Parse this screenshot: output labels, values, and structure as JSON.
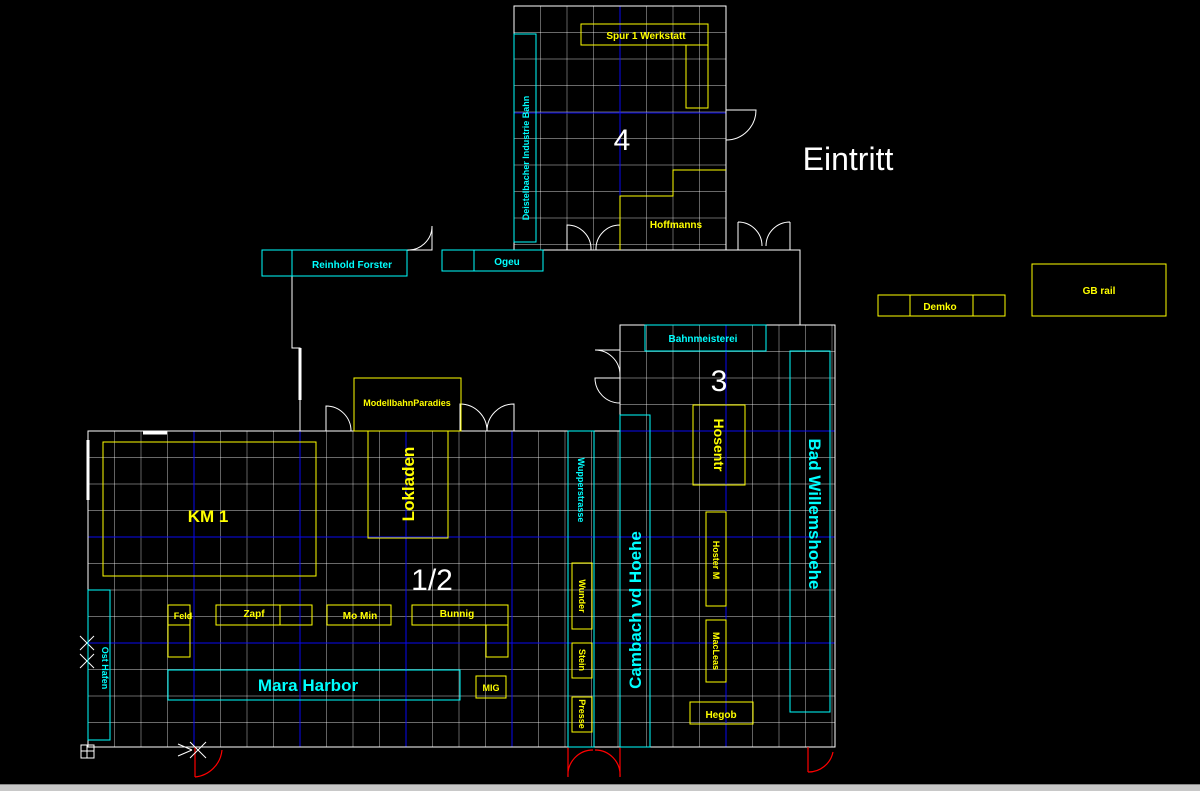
{
  "colors": {
    "background": "#000000",
    "grid": "#ffffff",
    "major_grid": "#0000ff",
    "yellow_booth": "#ffff00",
    "cyan_booth": "#00ffff",
    "door_red": "#ff0000"
  },
  "hall_labels": {
    "hall_4": "4",
    "hall_3": "3",
    "hall_12": "1/2",
    "entrance": "Eintritt"
  },
  "booths": {
    "spur1": "Spur 1 Werkstatt",
    "deistelbacher": "Deistelbacher Industrie Bahn",
    "hoffmanns": "Hoffmanns",
    "reinhold": "Reinhold Forster",
    "ogeu": "Ogeu",
    "demko": "Demko",
    "gbrail": "GB rail",
    "bahnmeisterei": "Bahnmeisterei",
    "hosentr": "Hosentr",
    "bad_willemshoehe": "Bad Willemshoehe",
    "modellbahn": "ModellbahnParadies",
    "lokladen": "Lokladen",
    "km1": "KM 1",
    "wupperstrasse": "Wupperstrasse",
    "cambach": "Cambach vd Hoehe",
    "hoster_m": "Hoster M",
    "macleas": "MacLeas",
    "hegob": "Hegob",
    "wunder": "Wunder",
    "stein": "Stein",
    "presse": "Presse",
    "feld": "Feld",
    "zapf": "Zapf",
    "mo_min": "Mo Min",
    "bunnig": "Bunnig",
    "mara_harbor": "Mara Harbor",
    "mig": "MIG",
    "ost_hafen": "Ost Hafen"
  }
}
